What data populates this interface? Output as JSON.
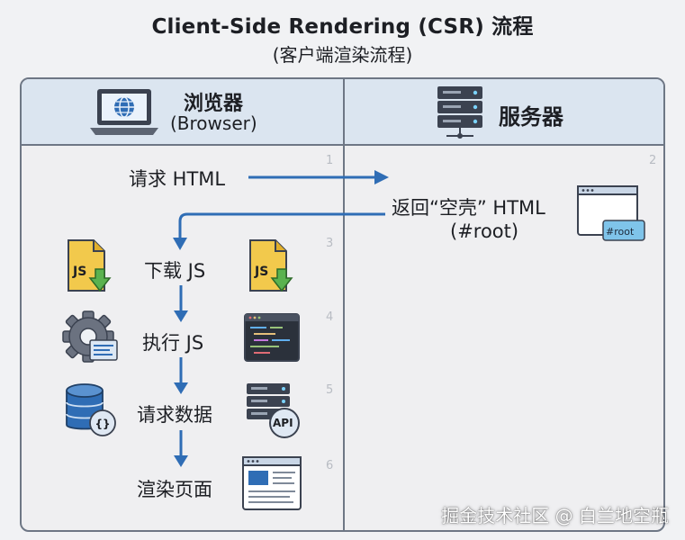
{
  "title": "Client-Side Rendering (CSR) 流程",
  "subtitle": "(客户端渲染流程)",
  "browser": {
    "title": "浏览器",
    "subtitle": "(Browser)",
    "icon": "laptop-globe-icon"
  },
  "server": {
    "title": "服务器",
    "icon": "server-rack-icon"
  },
  "steps": [
    {
      "number": "1",
      "label": "请求 HTML"
    },
    {
      "number": "2",
      "label": "返回“空壳” HTML",
      "label2": "(#root)",
      "badge": "#root",
      "icon": "browser-window-icon"
    },
    {
      "number": "3",
      "label": "下载 JS",
      "icon": "js-file-download-icon",
      "badge": "JS"
    },
    {
      "number": "4",
      "label": "执行 JS",
      "icon": "gear-settings-icon"
    },
    {
      "number": "5",
      "label": "请求数据",
      "icon": "database-icon",
      "badge": "API"
    },
    {
      "number": "6",
      "label": "渲染页面",
      "icon": "web-page-layout-icon"
    }
  ],
  "watermark": "掘金技术社区 @ 白兰地空瓶",
  "colors": {
    "arrow": "#2f6db5",
    "header": "#dbe5f0",
    "border": "#6e7785",
    "js": "#f2c94c"
  }
}
